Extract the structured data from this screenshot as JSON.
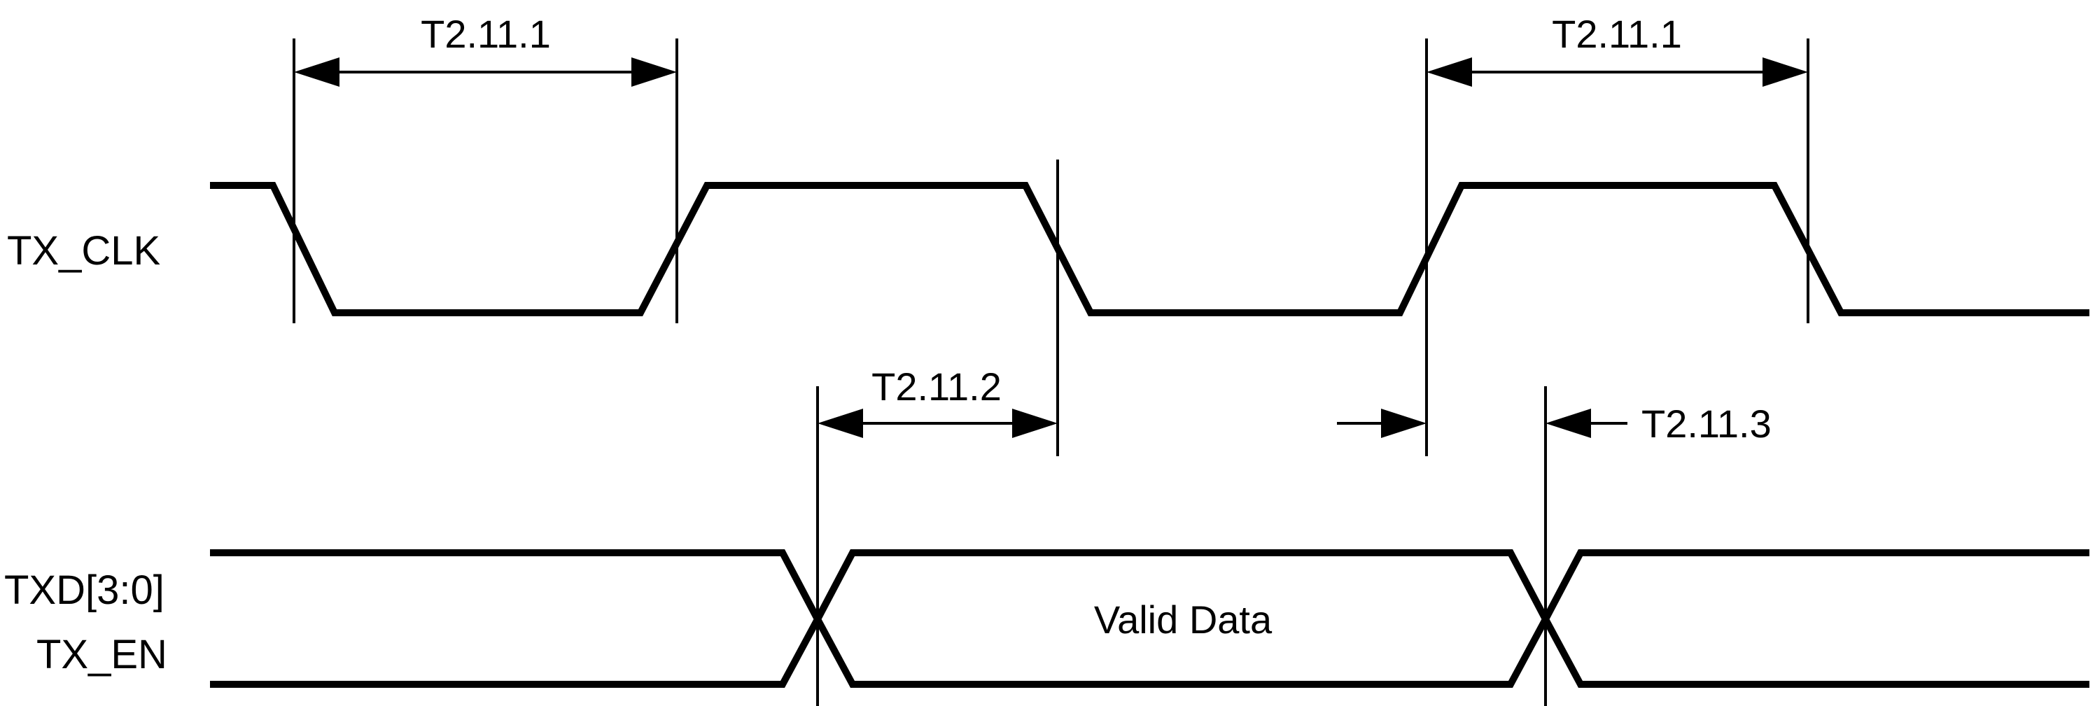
{
  "signals": {
    "clock": "TX_CLK",
    "data_bus": "TXD[3:0]",
    "enable": "TX_EN"
  },
  "timing": {
    "period_left": "T2.11.1",
    "period_right": "T2.11.1",
    "setup": "T2.11.2",
    "hold": "T2.11.3"
  },
  "data_window_label": "Valid Data"
}
